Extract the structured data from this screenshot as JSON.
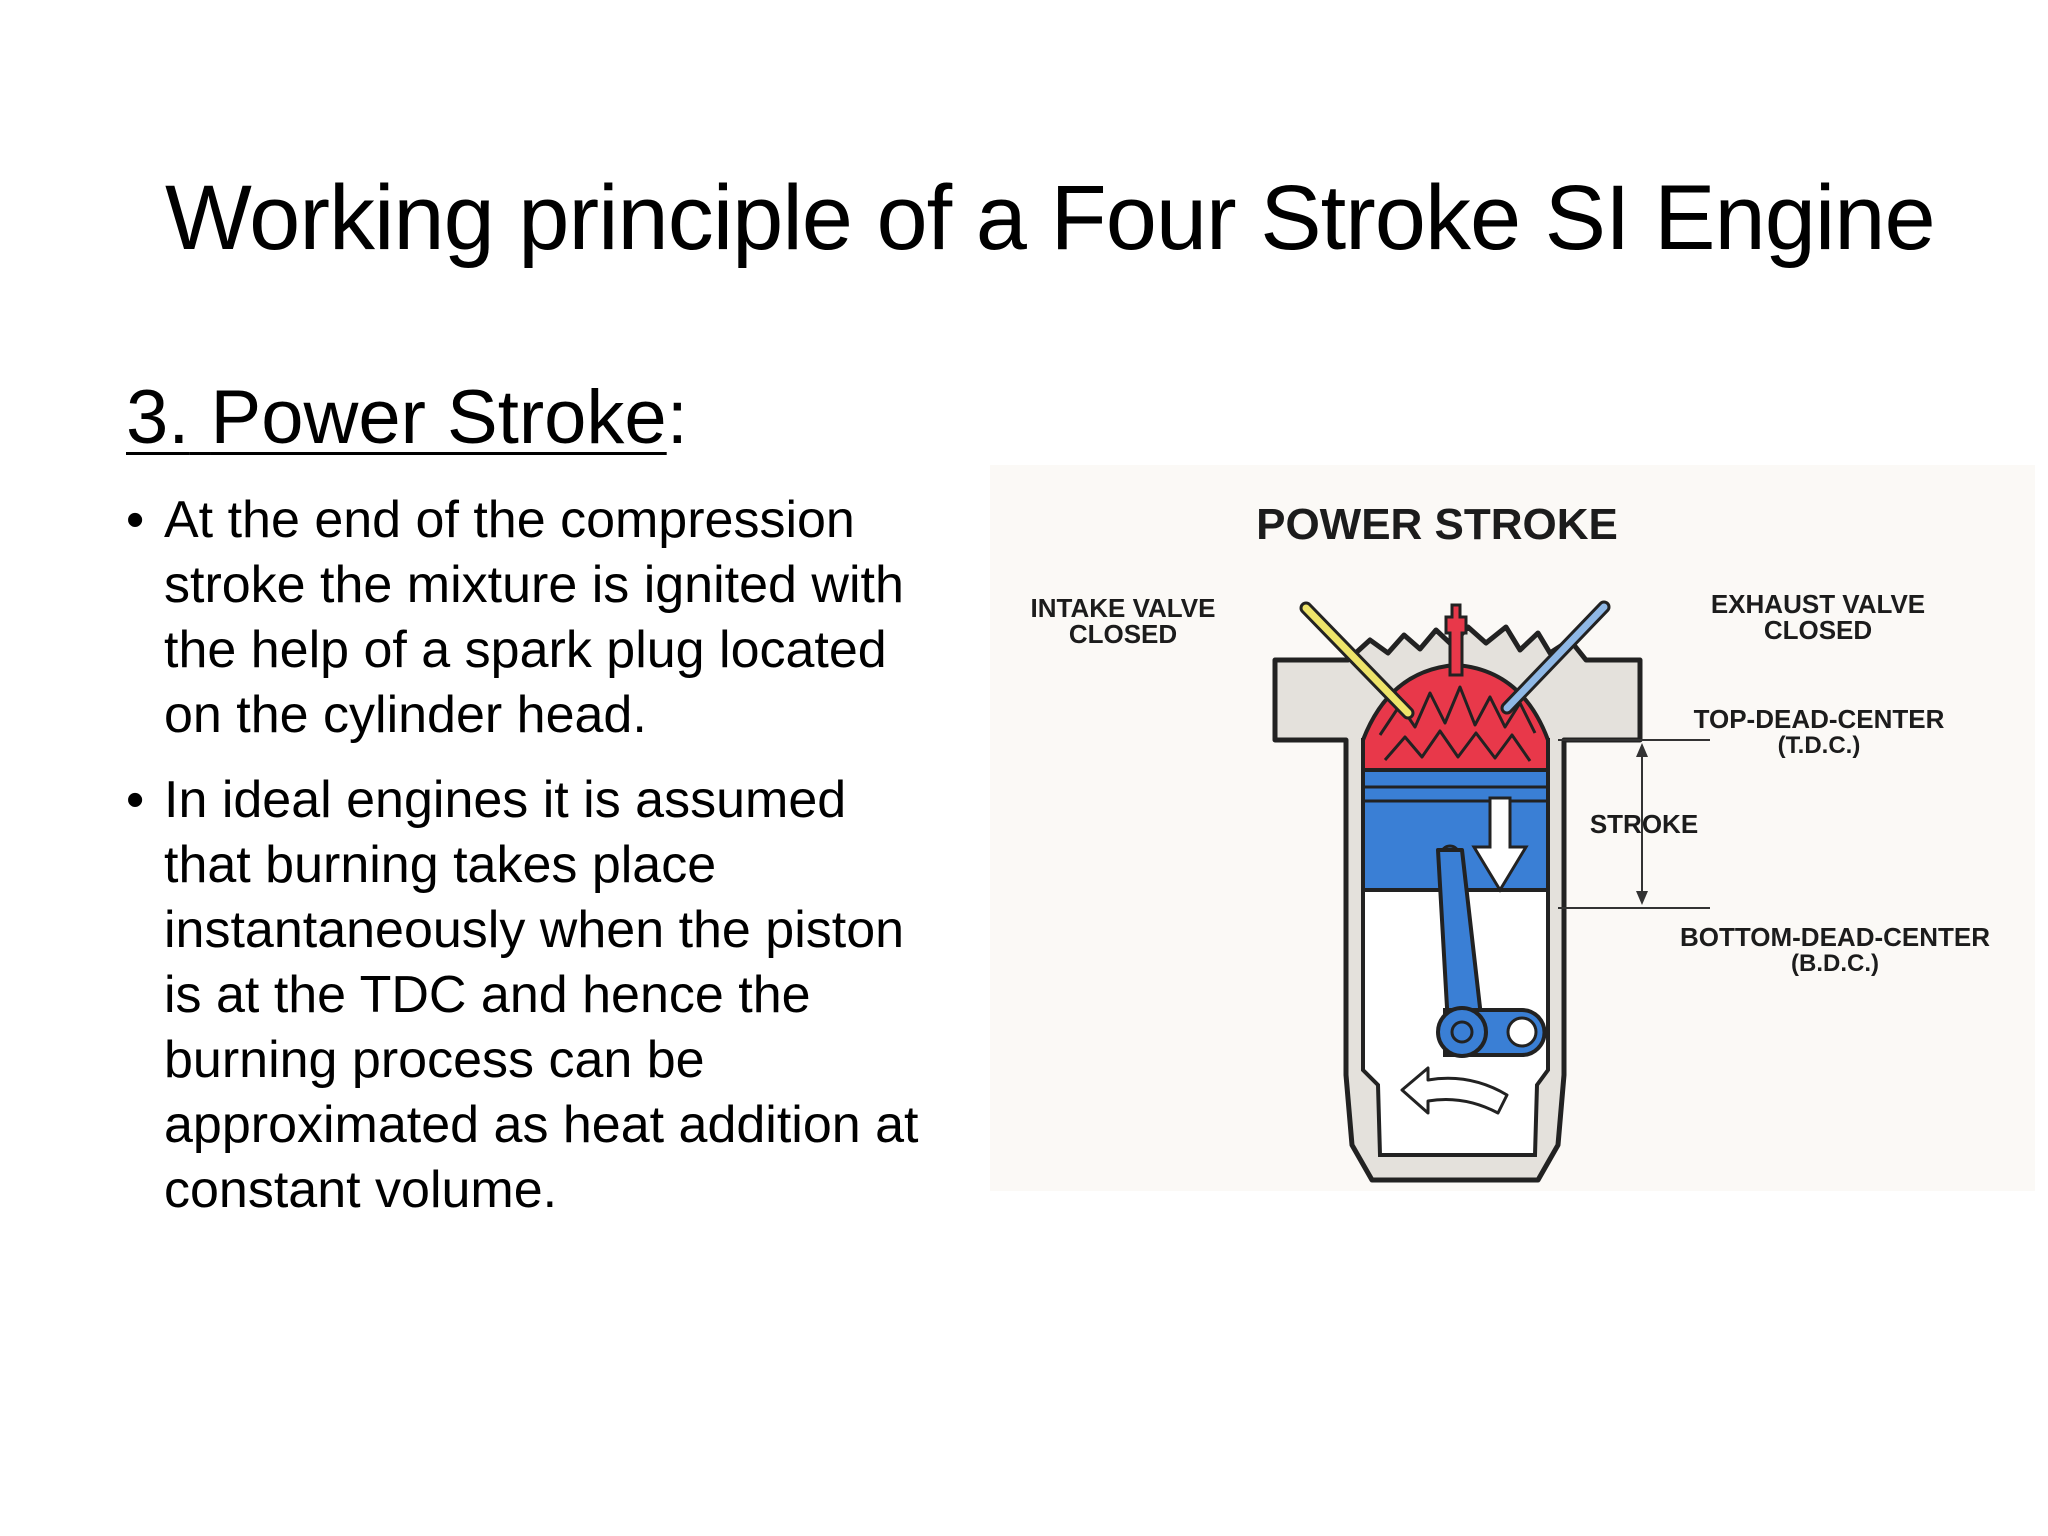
{
  "slide": {
    "title": "Working principle of a Four Stroke SI Engine",
    "section_number": "3.",
    "section_heading": "Power Stroke",
    "section_colon": ":",
    "bullets": [
      "At the end of the compression stroke the mixture is ignited with the help of a spark plug located on the cylinder head.",
      "In ideal engines it is assumed that burning takes place instantaneously when the piston is at the TDC and hence the burning process can be approximated as heat addition at constant volume."
    ],
    "bullet_glyph": "•"
  },
  "figure": {
    "title": "POWER STROKE",
    "intake_line1": "INTAKE VALVE",
    "intake_line2": "CLOSED",
    "exhaust_line1": "EXHAUST VALVE",
    "exhaust_line2": "CLOSED",
    "tdc_line1": "TOP-DEAD-CENTER",
    "tdc_line2": "(T.D.C.)",
    "stroke": "STROKE",
    "bdc_line1": "BOTTOM-DEAD-CENTER",
    "bdc_line2": "(B.D.C.)",
    "colors": {
      "combustion": "#e8384a",
      "piston": "#3a7fd5",
      "intake_valve": "#eee46a",
      "exhaust_valve": "#8fb8e6",
      "engine_block": "#e4e1dc",
      "outline": "#222222"
    }
  }
}
